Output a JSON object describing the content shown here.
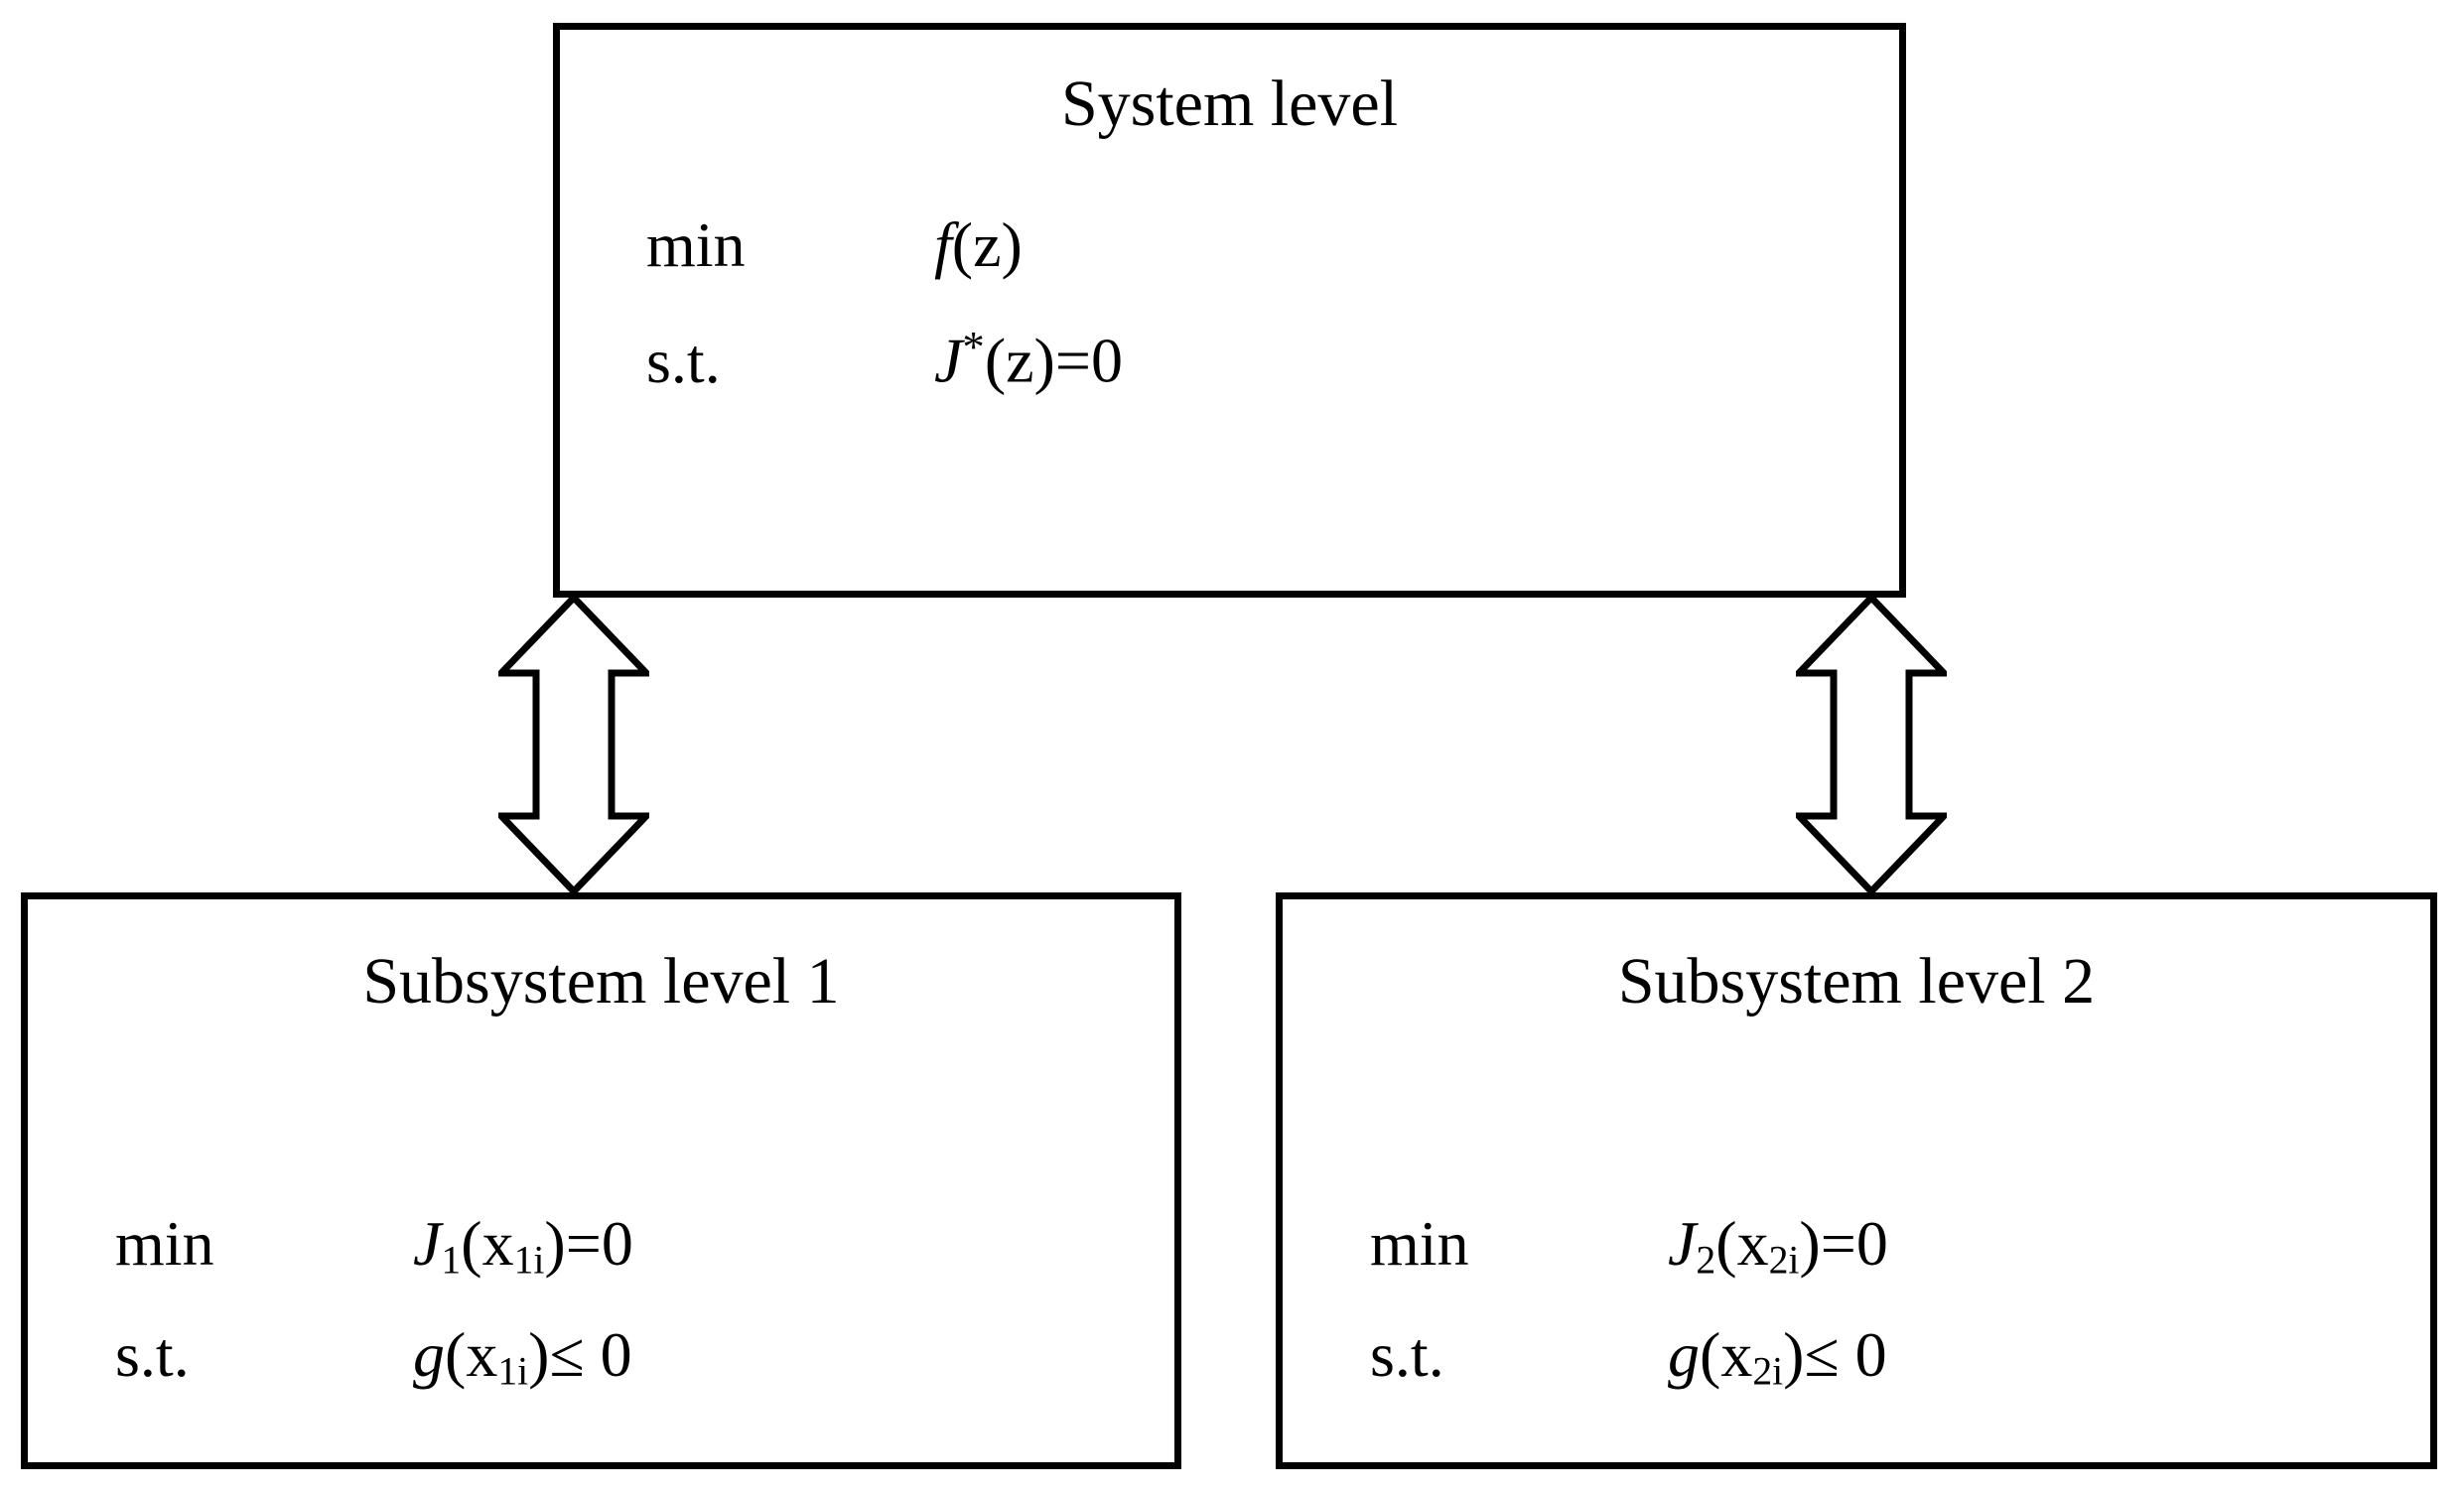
{
  "diagram": {
    "type": "bi-level-optimization-hierarchy",
    "boxes": [
      {
        "id": "system",
        "title": "System level",
        "rows": [
          {
            "label": "min",
            "expr_plain": "f(z)"
          },
          {
            "label": "s.t.",
            "expr_plain": "J*(z)=0"
          }
        ]
      },
      {
        "id": "subsystem1",
        "title": "Subsystem level 1",
        "rows": [
          {
            "label": "min",
            "expr_plain": "J1(x1i)=0"
          },
          {
            "label": "s.t.",
            "expr_plain": "g(x1i)≤ 0"
          }
        ]
      },
      {
        "id": "subsystem2",
        "title": "Subsystem level 2",
        "rows": [
          {
            "label": "min",
            "expr_plain": "J2(x2i)=0"
          },
          {
            "label": "s.t.",
            "expr_plain": "g(x2i)≤ 0"
          }
        ]
      }
    ],
    "system": {
      "title": "System level",
      "row1": {
        "label": "min",
        "fn": "f",
        "arg": "(z)"
      },
      "row2": {
        "label": "s.t.",
        "fn": "J",
        "sup": "*",
        "arg": "(z)=0"
      }
    },
    "subsystem1": {
      "title": "Subsystem level 1",
      "row1": {
        "label": "min",
        "fn": "J",
        "sub": "1",
        "open": "(x",
        "var_sub": "1i",
        "close": ")=0"
      },
      "row2": {
        "label": "s.t.",
        "fn": "g",
        "open": "(x",
        "var_sub": "1i",
        "close": ")≤ 0"
      }
    },
    "subsystem2": {
      "title": "Subsystem level 2",
      "row1": {
        "label": "min",
        "fn": "J",
        "sub": "2",
        "open": "(x",
        "var_sub": "2i",
        "close": ")=0"
      },
      "row2": {
        "label": "s.t.",
        "fn": "g",
        "open": "(x",
        "var_sub": "2i",
        "close": ")≤ 0"
      }
    },
    "connectors": [
      {
        "name": "system-to-subsystem1",
        "style": "double-headed-vertical-arrow"
      },
      {
        "name": "system-to-subsystem2",
        "style": "double-headed-vertical-arrow"
      }
    ],
    "colors": {
      "stroke": "#000000",
      "fill": "#ffffff",
      "text": "#000000"
    }
  }
}
